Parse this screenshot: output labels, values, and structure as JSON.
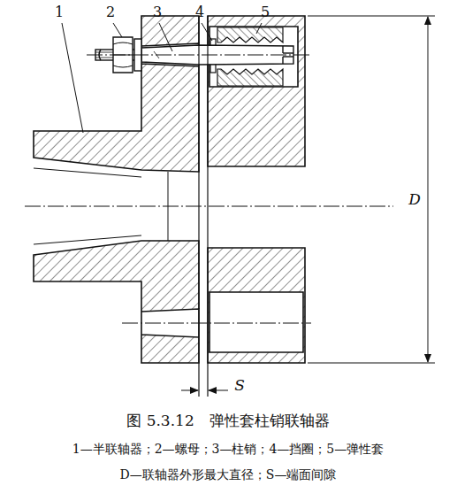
{
  "diagram": {
    "caption": "图 5.3.12　弹性套柱销联轴器",
    "labels": [
      "1",
      "2",
      "3",
      "4",
      "5",
      "D",
      "S",
      "1—半联轴器；2—螺母；3—柱销；4—挡圈；5—弹性套",
      "D—联轴器外形最大直径；S—端面间隙"
    ]
  }
}
